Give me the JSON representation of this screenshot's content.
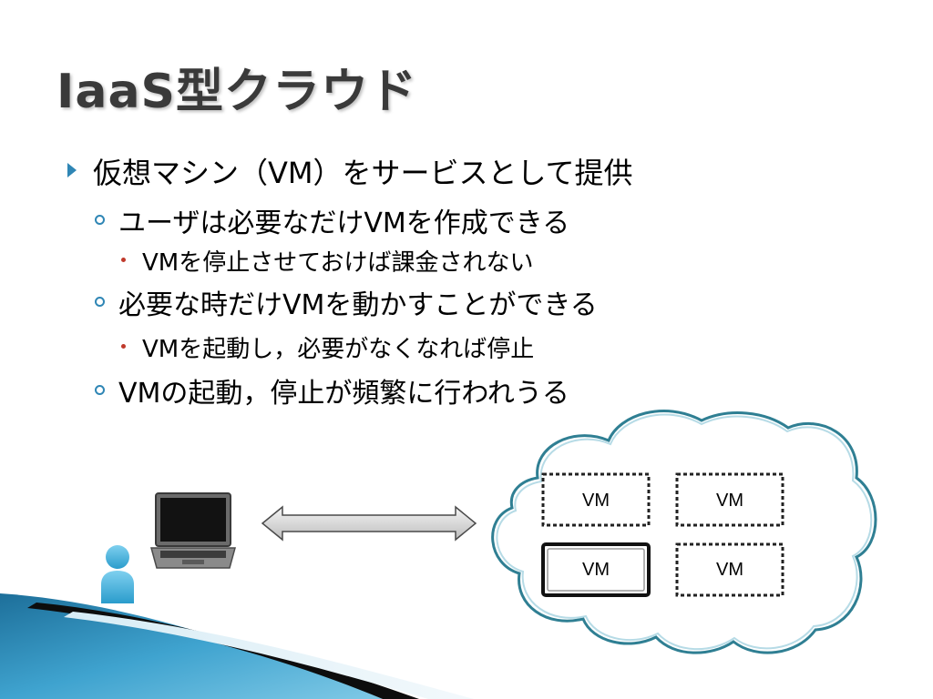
{
  "slide": {
    "title": "IaaS型クラウド",
    "bullets": [
      {
        "level": 1,
        "text": "仮想マシン（VM）をサービスとして提供"
      },
      {
        "level": 2,
        "text": "ユーザは必要なだけVMを作成できる"
      },
      {
        "level": 3,
        "text": "VMを停止させておけば課金されない"
      },
      {
        "level": 2,
        "text": "必要な時だけVMを動かすことができる"
      },
      {
        "level": 3,
        "text": "VMを起動し，必要がなくなれば停止"
      },
      {
        "level": 2,
        "text": "VMの起動，停止が頻繁に行われうる"
      }
    ]
  },
  "diagram": {
    "vms": [
      {
        "label": "VM",
        "state": "stopped"
      },
      {
        "label": "VM",
        "state": "stopped"
      },
      {
        "label": "VM",
        "state": "running"
      },
      {
        "label": "VM",
        "state": "stopped"
      }
    ]
  },
  "colors": {
    "title": "#3a3a3a",
    "accent": "#2f86b5",
    "cloud_outline": "#2f7f93",
    "bullet_level3": "#c0392b"
  }
}
